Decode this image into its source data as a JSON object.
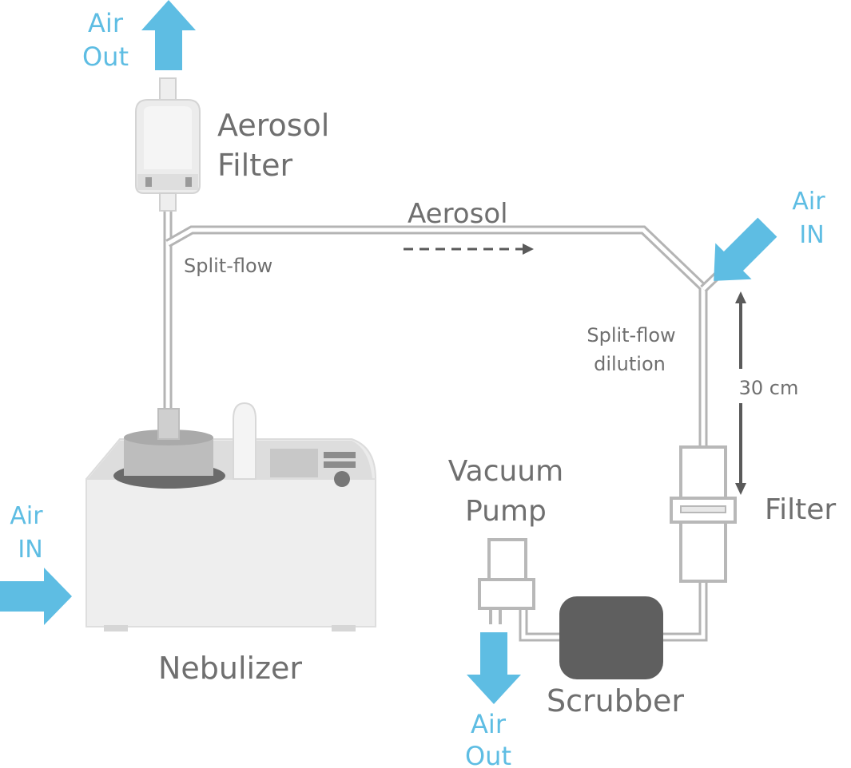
{
  "labels": {
    "air_out_top_line1": "Air",
    "air_out_top_line2": "Out",
    "aerosol_filter_line1": "Aerosol",
    "aerosol_filter_line2": "Filter",
    "aerosol": "Aerosol",
    "split_flow": "Split-flow",
    "air_in_right_line1": "Air",
    "air_in_right_line2": "IN",
    "split_flow_dilution_line1": "Split-flow",
    "split_flow_dilution_line2": "dilution",
    "distance": "30 cm",
    "filter": "Filter",
    "vacuum_pump_line1": "Vacuum",
    "vacuum_pump_line2": "Pump",
    "air_in_left_line1": "Air",
    "air_in_left_line2": "IN",
    "nebulizer": "Nebulizer",
    "scrubber": "Scrubber",
    "air_out_bottom_line1": "Air",
    "air_out_bottom_line2": "Out"
  },
  "colors": {
    "air_arrow": "#5ebde3",
    "label_text": "#6f6f6f",
    "tube": "#b4b4b4",
    "scrubber": "#5f5f5f",
    "dimension_arrow": "#5a5a5a"
  }
}
